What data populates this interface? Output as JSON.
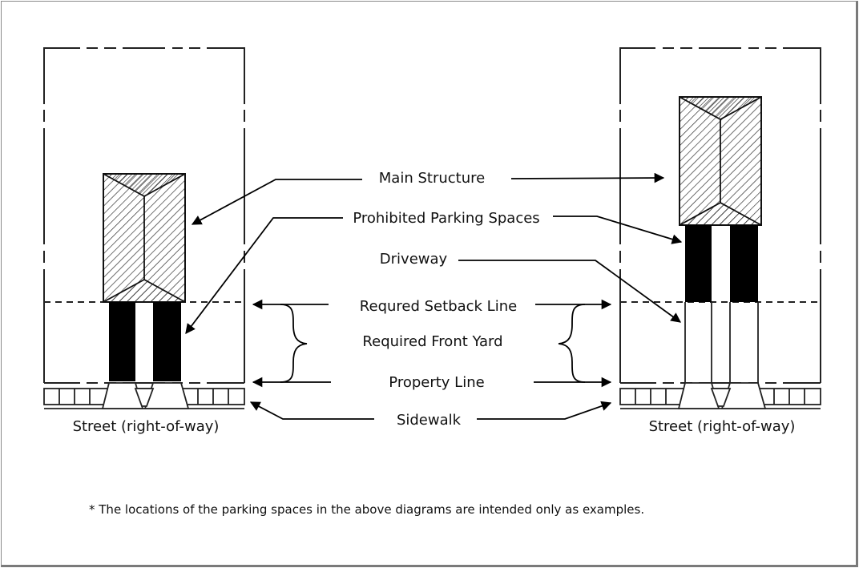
{
  "labels": {
    "main_structure": "Main Structure",
    "prohibited_parking": "Prohibited Parking Spaces",
    "driveway": "Driveway",
    "setback_line": "Requred Setback Line",
    "front_yard": "Required Front Yard",
    "property_line": "Property Line",
    "sidewalk": "Sidewalk"
  },
  "diagrams": [
    {
      "id": "left",
      "caption": "Street (right-of-way)",
      "parking_position": "in required front yard"
    },
    {
      "id": "right",
      "caption": "Street (right-of-way)",
      "parking_position": "behind required setback line"
    }
  ],
  "footnote": "*  The locations of the parking spaces in the above diagrams are intended only as examples.",
  "colors": {
    "line": "#111111",
    "frame": "#8a8a8a",
    "fill_black": "#000000"
  }
}
